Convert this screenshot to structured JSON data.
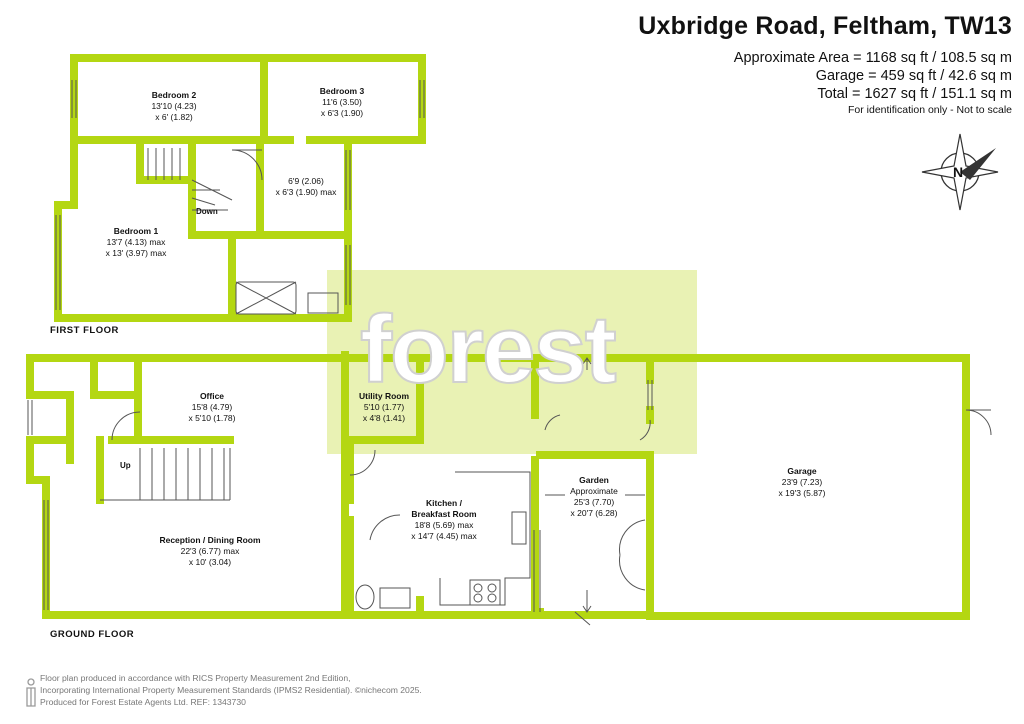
{
  "header": {
    "title": "Uxbridge Road, Feltham, TW13",
    "area_line": "Approximate Area = 1168 sq ft / 108.5 sq m",
    "garage_line": "Garage = 459 sq ft / 42.6 sq m",
    "total_line": "Total = 1627 sq ft / 151.1 sq m",
    "identification": "For identification only - Not to scale"
  },
  "compass": {
    "letter": "N",
    "icon": "north-compass-icon"
  },
  "watermark": {
    "text": "forest"
  },
  "floors": {
    "first": {
      "label": "FIRST FLOOR",
      "rooms": [
        {
          "id": "bedroom-2",
          "name": "Bedroom 2",
          "dim1": "13'10 (4.23)",
          "dim2": "x 6' (1.82)"
        },
        {
          "id": "bedroom-3",
          "name": "Bedroom 3",
          "dim1": "11'6 (3.50)",
          "dim2": "x 6'3 (1.90)"
        },
        {
          "id": "bedroom-1",
          "name": "Bedroom 1",
          "dim1": "13'7 (4.13) max",
          "dim2": "x 13' (3.97) max"
        },
        {
          "id": "landing",
          "name": "",
          "dim1": "6'9 (2.06)",
          "dim2": "x 6'3 (1.90) max"
        }
      ],
      "stair_label": "Down"
    },
    "ground": {
      "label": "GROUND FLOOR",
      "rooms": [
        {
          "id": "office",
          "name": "Office",
          "dim1": "15'8 (4.79)",
          "dim2": "x 5'10 (1.78)"
        },
        {
          "id": "utility",
          "name": "Utility Room",
          "dim1": "5'10 (1.77)",
          "dim2": "x 4'8 (1.41)"
        },
        {
          "id": "reception",
          "name": "Reception / Dining Room",
          "dim1": "22'3 (6.77) max",
          "dim2": "x 10' (3.04)"
        },
        {
          "id": "kitchen",
          "name": "Kitchen /",
          "name2": "Breakfast Room",
          "dim1": "18'8 (5.69) max",
          "dim2": "x 14'7 (4.45) max"
        },
        {
          "id": "garden",
          "name": "Garden",
          "name2": "Approximate",
          "dim1": "25'3 (7.70)",
          "dim2": "x 20'7 (6.28)"
        },
        {
          "id": "garage",
          "name": "Garage",
          "dim1": "23'9 (7.23)",
          "dim2": "x 19'3 (5.87)"
        }
      ],
      "stair_label": "Up"
    }
  },
  "footer": {
    "line1": "Floor plan produced in accordance with RICS Property Measurement 2nd Edition,",
    "line2": "Incorporating International Property Measurement Standards (IPMS2 Residential).  ©nichecom 2025.",
    "line3": "Produced for Forest Estate Agents Ltd.   REF:  1343730",
    "icon": "person-icon"
  },
  "colors": {
    "wall": "#b4d712",
    "watermark_bg": "#e9f2b4",
    "line": "#555555"
  }
}
